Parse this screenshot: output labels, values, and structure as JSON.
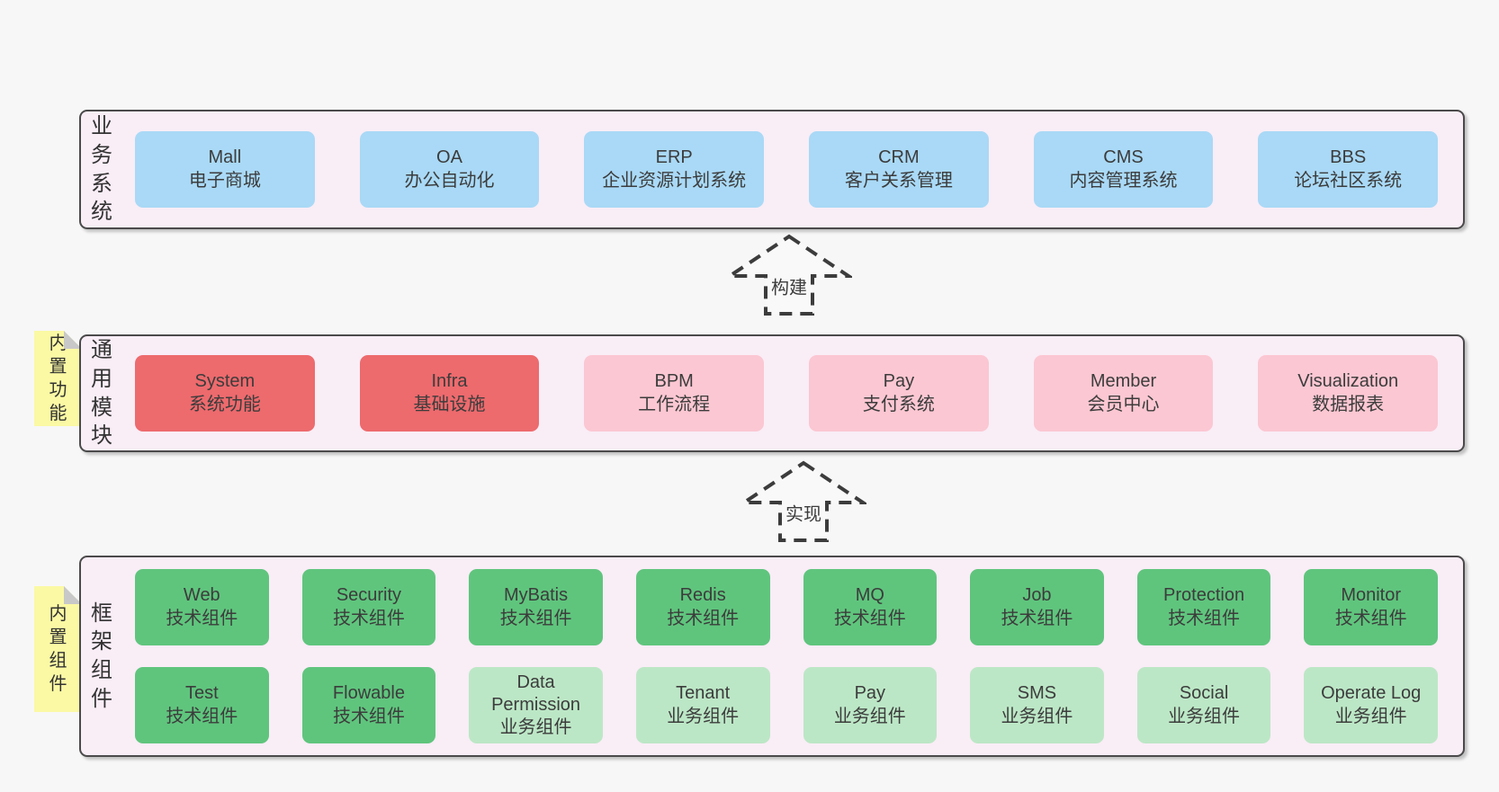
{
  "colors": {
    "container": "#f9edf6",
    "blue": "#a9d9f6",
    "red": "#ed6a6d",
    "pink": "#fbc7d2",
    "green": "#5fc57d",
    "green_light": "#bce7c6",
    "note": "#fbf9a4"
  },
  "layers": {
    "business": {
      "label": "业务系统",
      "boxes": [
        {
          "name": "Mall",
          "desc": "电子商城",
          "variant": "blue"
        },
        {
          "name": "OA",
          "desc": "办公自动化",
          "variant": "blue"
        },
        {
          "name": "ERP",
          "desc": "企业资源计划系统",
          "variant": "blue"
        },
        {
          "name": "CRM",
          "desc": "客户关系管理",
          "variant": "blue"
        },
        {
          "name": "CMS",
          "desc": "内容管理系统",
          "variant": "blue"
        },
        {
          "name": "BBS",
          "desc": "论坛社区系统",
          "variant": "blue"
        }
      ]
    },
    "modules": {
      "label": "通用模块",
      "note": "内置功能",
      "boxes": [
        {
          "name": "System",
          "desc": "系统功能",
          "variant": "red"
        },
        {
          "name": "Infra",
          "desc": "基础设施",
          "variant": "red"
        },
        {
          "name": "BPM",
          "desc": "工作流程",
          "variant": "pink"
        },
        {
          "name": "Pay",
          "desc": "支付系统",
          "variant": "pink"
        },
        {
          "name": "Member",
          "desc": "会员中心",
          "variant": "pink"
        },
        {
          "name": "Visualization",
          "desc": "数据报表",
          "variant": "pink"
        }
      ]
    },
    "framework": {
      "label": "框架组件",
      "note": "内置组件",
      "row1": [
        {
          "name": "Web",
          "desc": "技术组件",
          "variant": "green"
        },
        {
          "name": "Security",
          "desc": "技术组件",
          "variant": "green"
        },
        {
          "name": "MyBatis",
          "desc": "技术组件",
          "variant": "green"
        },
        {
          "name": "Redis",
          "desc": "技术组件",
          "variant": "green"
        },
        {
          "name": "MQ",
          "desc": "技术组件",
          "variant": "green"
        },
        {
          "name": "Job",
          "desc": "技术组件",
          "variant": "green"
        },
        {
          "name": "Protection",
          "desc": "技术组件",
          "variant": "green"
        },
        {
          "name": "Monitor",
          "desc": "技术组件",
          "variant": "green"
        }
      ],
      "row2": [
        {
          "name": "Test",
          "desc": "技术组件",
          "variant": "green"
        },
        {
          "name": "Flowable",
          "desc": "技术组件",
          "variant": "green"
        },
        {
          "name": "Data Permission",
          "desc": "业务组件",
          "variant": "green-light"
        },
        {
          "name": "Tenant",
          "desc": "业务组件",
          "variant": "green-light"
        },
        {
          "name": "Pay",
          "desc": "业务组件",
          "variant": "green-light"
        },
        {
          "name": "SMS",
          "desc": "业务组件",
          "variant": "green-light"
        },
        {
          "name": "Social",
          "desc": "业务组件",
          "variant": "green-light"
        },
        {
          "name": "Operate Log",
          "desc": "业务组件",
          "variant": "green-light"
        }
      ]
    }
  },
  "arrows": {
    "build": {
      "label": "构建"
    },
    "implement": {
      "label": "实现"
    }
  }
}
